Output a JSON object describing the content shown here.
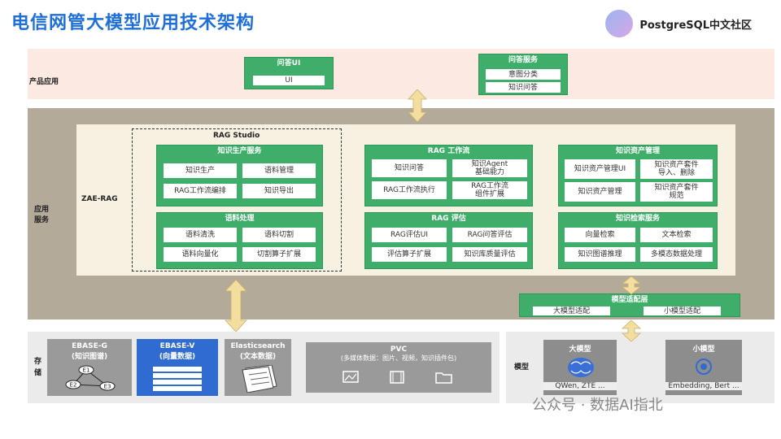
{
  "header": {
    "title": "电信网管大模型应用技术架构",
    "brand": "PostgreSQL中文社区"
  },
  "layers": {
    "product": "产品应用",
    "app": "应用\n服务",
    "storage": "存\n储",
    "model": "模型"
  },
  "product": {
    "qa_ui": {
      "title": "问答UI",
      "items": [
        "UI"
      ]
    },
    "qa_service": {
      "title": "问答服务",
      "items": [
        "意图分类",
        "知识问答"
      ]
    }
  },
  "zae_rag": "ZAE-RAG",
  "rag_studio": {
    "title": "RAG Studio",
    "knowledge_production": {
      "title": "知识生产服务",
      "items": [
        "知识生产",
        "语料管理",
        "RAG工作流编排",
        "知识导出"
      ]
    },
    "corpus": {
      "title": "语料处理",
      "items": [
        "语料清洗",
        "语料切割",
        "语料向量化",
        "切割算子扩展"
      ]
    }
  },
  "rag_workflow": {
    "title": "RAG 工作流",
    "items": [
      "知识问答",
      "知识Agent\n基础能力",
      "RAG工作流执行",
      "RAG工作流\n组件扩展"
    ]
  },
  "rag_eval": {
    "title": "RAG 评估",
    "items": [
      "RAG评估UI",
      "RAG问答评估",
      "评估算子扩展",
      "知识库质量评估"
    ]
  },
  "knowledge_asset": {
    "title": "知识资产管理",
    "items": [
      "知识资产管理UI",
      "知识资产套件\n导入、删除",
      "知识资产管理",
      "知识资产套件\n规范"
    ]
  },
  "knowledge_search": {
    "title": "知识检索服务",
    "items": [
      "向量检索",
      "文本检索",
      "知识图谱推理",
      "多模态数据处理"
    ]
  },
  "model_adapter": {
    "title": "模型适配层",
    "items": [
      "大模型适配",
      "小模型适配"
    ]
  },
  "storage": {
    "ebase_g": {
      "title": "EBASE-G",
      "sub": "(知识图谱)",
      "nodes": [
        "E1",
        "E2",
        "E3"
      ]
    },
    "ebase_v": {
      "title": "EBASE-V",
      "sub": "(向量数据)"
    },
    "es": {
      "title": "Elasticsearch",
      "sub": "(文本数据)"
    },
    "pvc": {
      "title": "PVC",
      "sub": "(多媒体数据：图片、视频，知识插件包)"
    }
  },
  "models": {
    "large": {
      "title": "大模型",
      "caption": "QWen, ZTE ..."
    },
    "small": {
      "title": "小模型",
      "caption": "Embedding, Bert ..."
    }
  },
  "watermark": "公众号 · 数据AI指北",
  "colors": {
    "title": "#1e6fd9",
    "green": "#3fae6a",
    "arrow": "#f3dea0",
    "ebase_v": "#2f6bd0"
  }
}
